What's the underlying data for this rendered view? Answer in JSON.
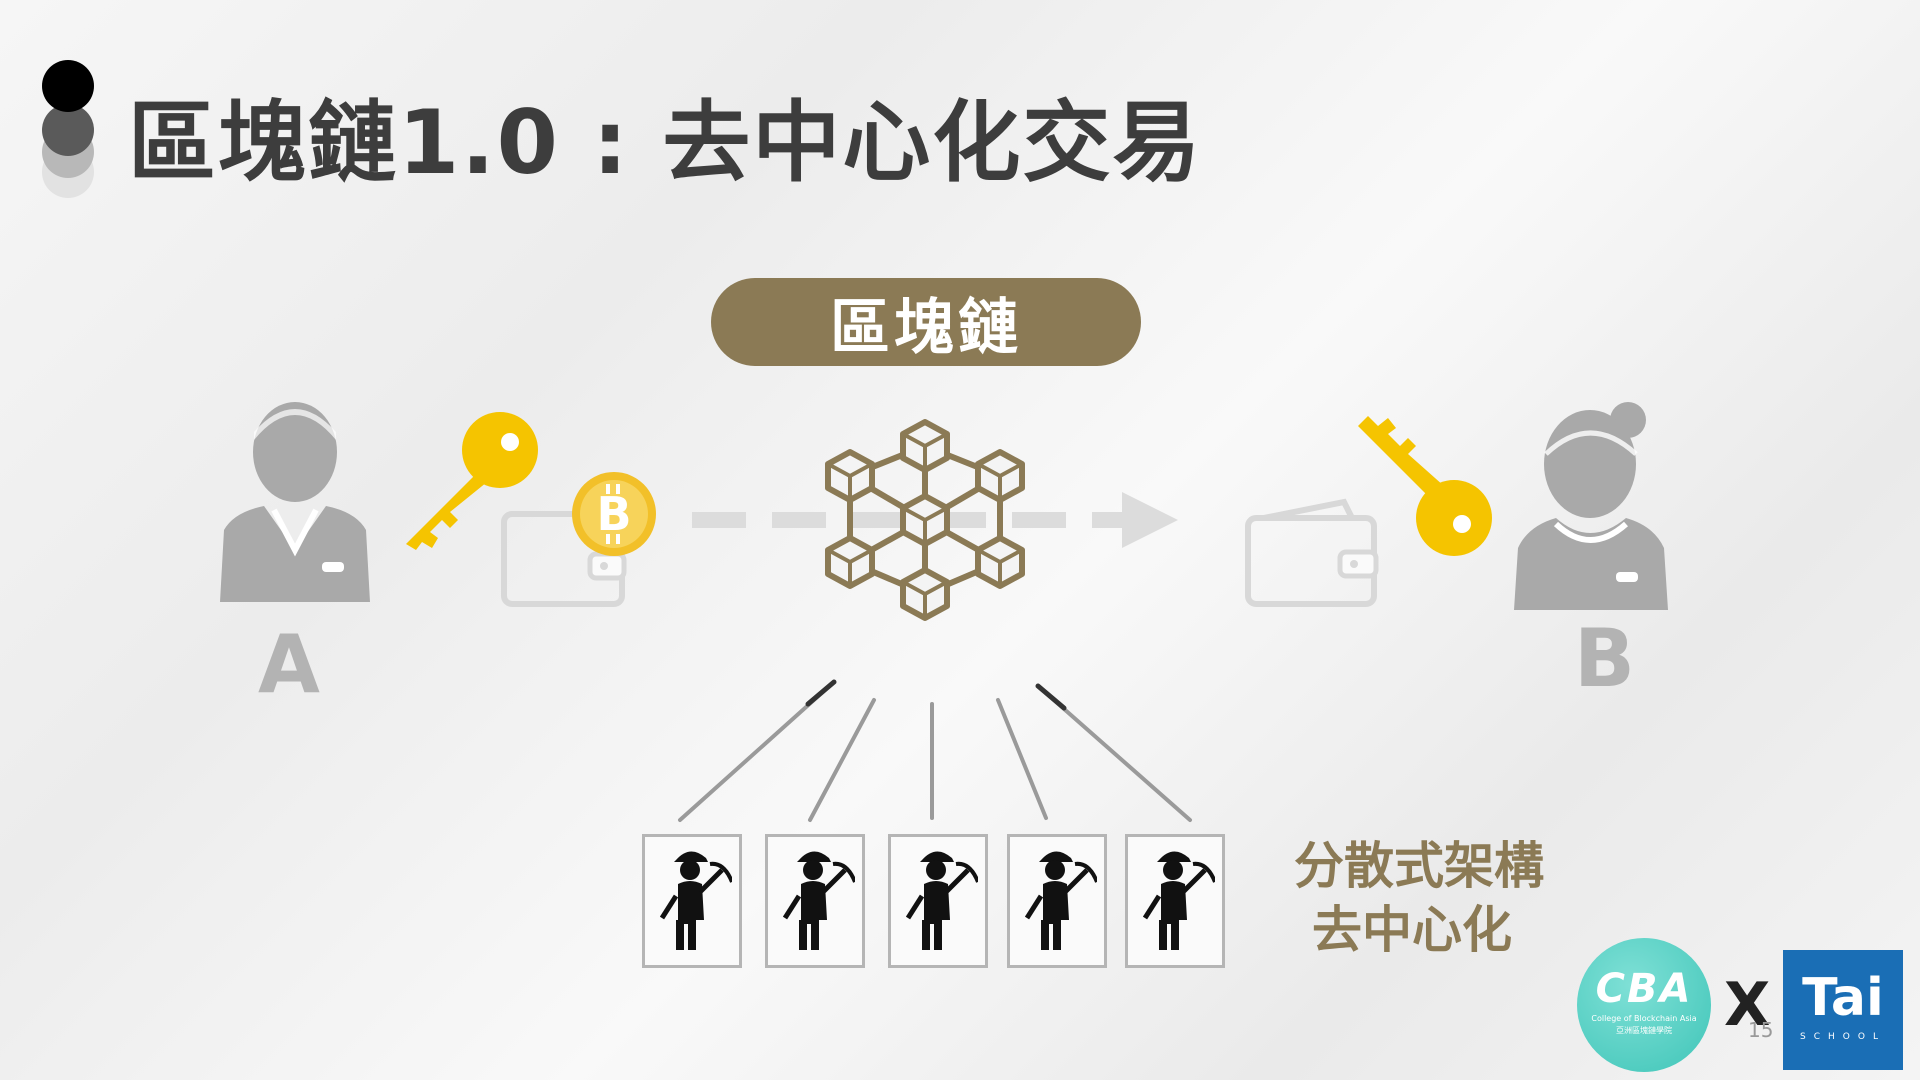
{
  "slide": {
    "title": "區塊鏈1.0 : 去中心化交易",
    "center_label": "區塊鏈",
    "person_a": "A",
    "person_b": "B",
    "side_text": [
      "分散式架構",
      "去中心化"
    ],
    "page_number": "15"
  },
  "logos": {
    "cba_main": "CBA",
    "cba_sub_en": "College of Blockchain Asia",
    "cba_sub_zh": "亞洲區塊鏈學院",
    "separator": "X",
    "tai_main": "Tai",
    "tai_sub": "SCHOOL"
  },
  "icons": {
    "bullet": "stacked-circles-icon",
    "person_a": "businessman-icon",
    "person_b": "businesswoman-icon",
    "key": "key-icon",
    "wallet": "wallet-icon",
    "coin": "bitcoin-icon",
    "network": "blockchain-network-icon",
    "miner": "miner-icon"
  },
  "colors": {
    "accent": "#8b7a55",
    "title": "#3d3d3d",
    "key": "#f5c400",
    "coin": "#f2c029",
    "person": "#a9a9a9"
  }
}
